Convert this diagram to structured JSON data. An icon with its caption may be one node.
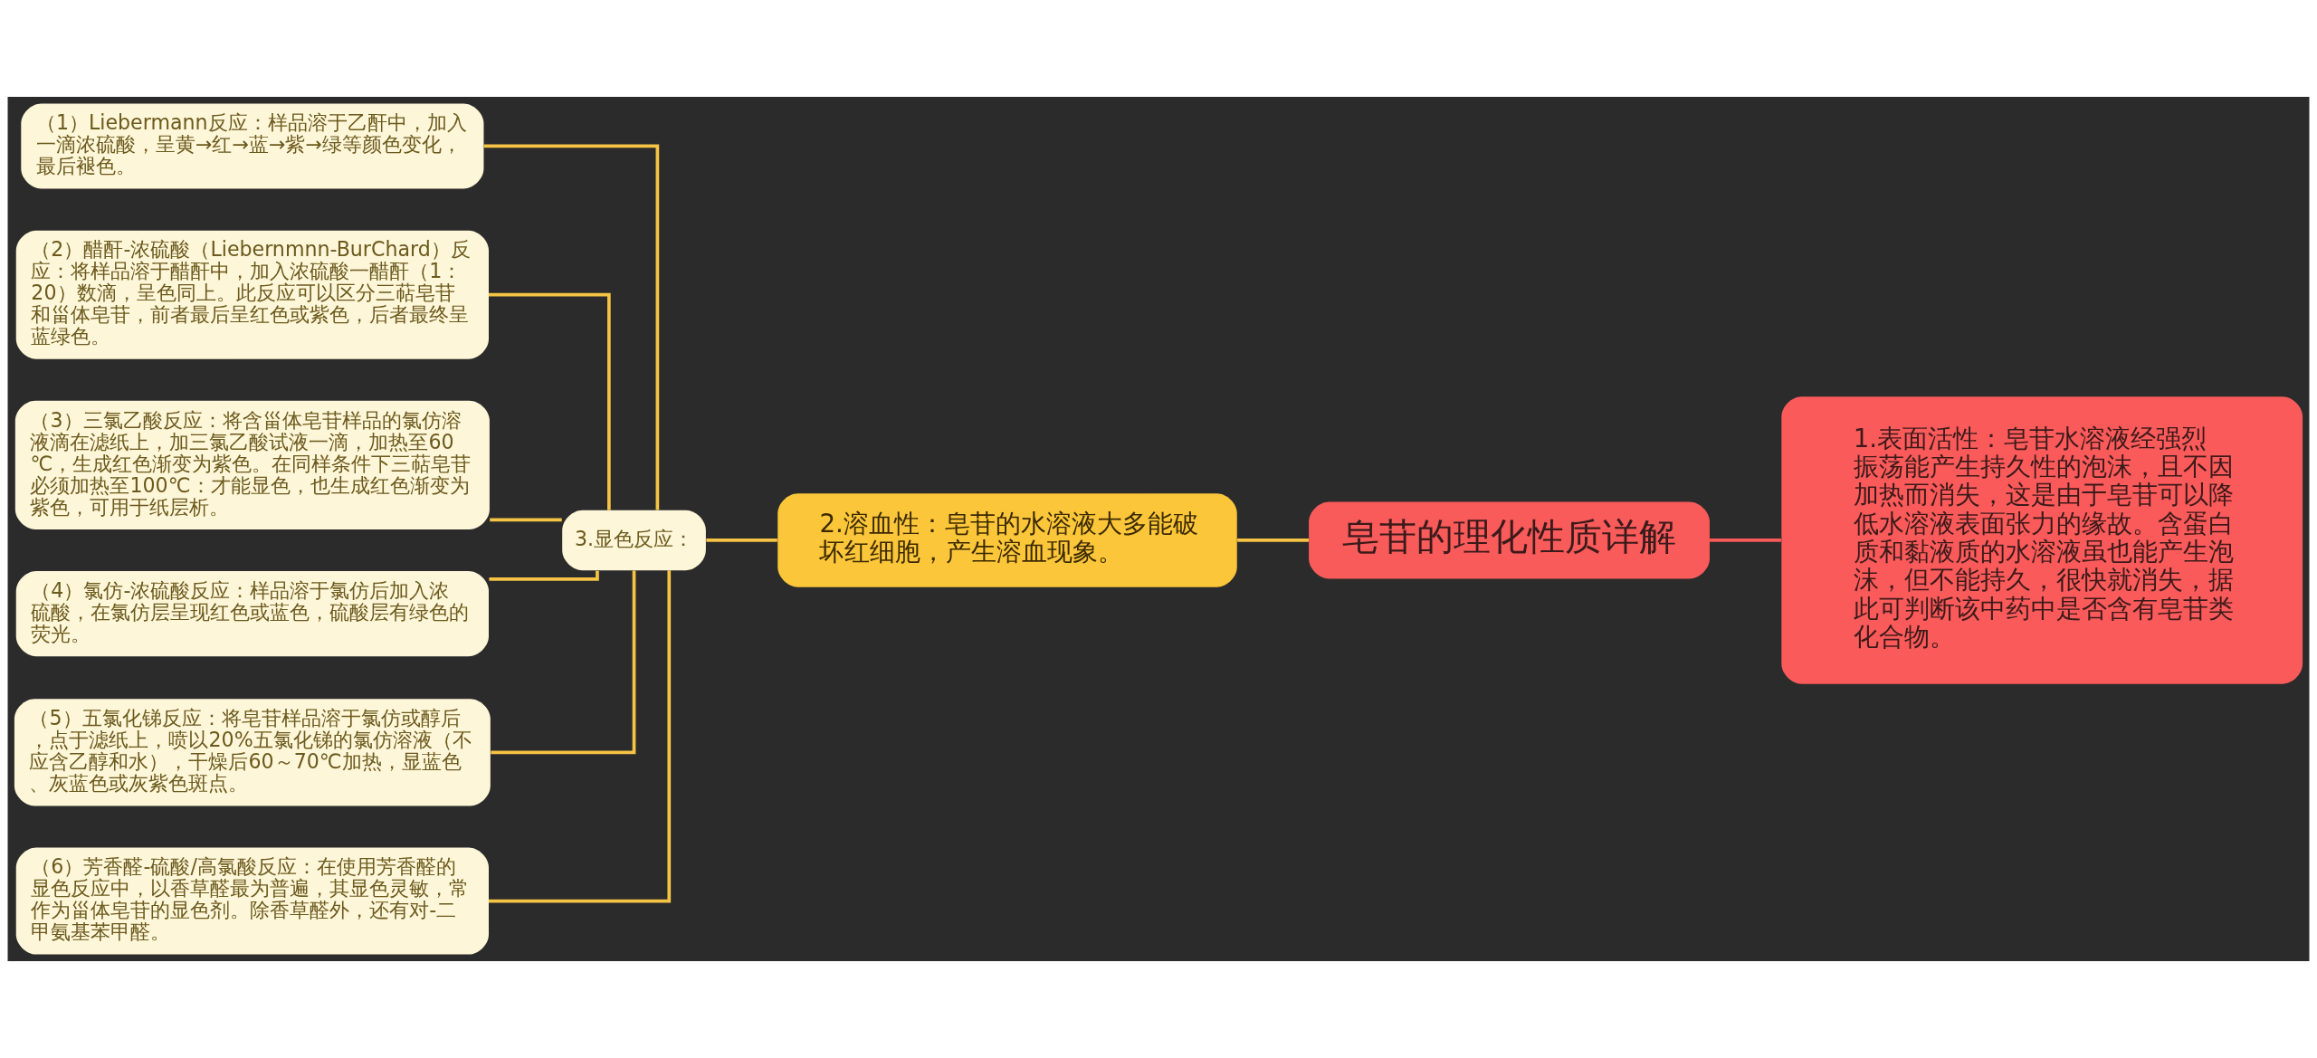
{
  "diagram": {
    "nodes": [
      {
        "text": [
          "皂苷的理化性质详解"
        ]
      },
      {
        "text": [
          "1.表面活性：皂苷水溶液经强烈振荡能产生持久性的泡沫，且不因加热而消失，这是由于皂苷可以降低水溶液表面张力的缘故。含蛋白质和黏液质的水溶液虽也能产生泡沫，但不能持久，很快就消失，据此可判断该中药中是否含有皂苷类化合物。"
        ]
      },
      {
        "text": [
          "2.溶血性：皂苷的水溶液大多能破坏红细胞，产生溶血现象。"
        ]
      },
      {
        "text": [
          "3.显色反应："
        ]
      },
      {
        "text": [
          "（1）Liebermann反应：样品溶于乙酐中，加入一滴浓硫酸，呈黄→红→蓝→紫→绿等颜色变化，最后褪色。"
        ]
      },
      {
        "text": [
          "（2）醋酐-浓硫酸（Liebernmnn-BurChard）反应：将样品溶于醋酐中，加入浓硫酸一醋酐（1：20）数滴，呈色同上。此反应可以区分三萜皂苷和甾体皂苷，前者最后呈红色或紫色，后者最终呈蓝绿色。"
        ]
      },
      {
        "text": [
          "（3）三氯乙酸反应：将含甾体皂苷样品的氯仿溶液滴在滤纸上，加三氯乙酸试液一滴，加热至60℃，生成红色渐变为紫色。在同样条件下三萜皂苷必须加热至100℃：才能显色，也生成红色渐变为紫色，可用于纸层析。"
        ]
      },
      {
        "text": [
          "（4）氯仿-浓硫酸反应：样品溶于氯仿后加入浓硫酸，在氯仿层呈现红色或蓝色，硫酸层有绿色的荧光。"
        ]
      },
      {
        "text": [
          "（5）五氯化锑反应：将皂苷样品溶于氯仿或醇后，点于滤纸上，喷以20%五氯化锑的氯仿溶液（不应含乙醇和水），干燥后60～70℃加热，显蓝色、灰蓝色或灰紫色斑点。"
        ]
      },
      {
        "text": [
          "（6）芳香醛-硫酸/高氯酸反应：在使用芳香醛的显色反应中，以香草醛最为普遍，其显色灵敏，常作为甾体皂苷的显色剂。除香草醛外，还有对-二甲氨基苯甲醛。"
        ]
      }
    ],
    "edges": [
      {
        "from": 0,
        "to": 1,
        "arrow": "none",
        "color": "#f95a5a"
      },
      {
        "from": 0,
        "to": 2,
        "arrow": "none"
      },
      {
        "from": 2,
        "to": 3,
        "arrow": "none"
      },
      {
        "from": 3,
        "to": 4,
        "arrow": "none"
      },
      {
        "from": 3,
        "to": 5,
        "arrow": "none"
      },
      {
        "from": 3,
        "to": 6,
        "arrow": "none"
      },
      {
        "from": 3,
        "to": 7,
        "arrow": "none"
      },
      {
        "from": 3,
        "to": 8,
        "arrow": "none"
      },
      {
        "from": 3,
        "to": 9,
        "arrow": "none"
      }
    ]
  }
}
